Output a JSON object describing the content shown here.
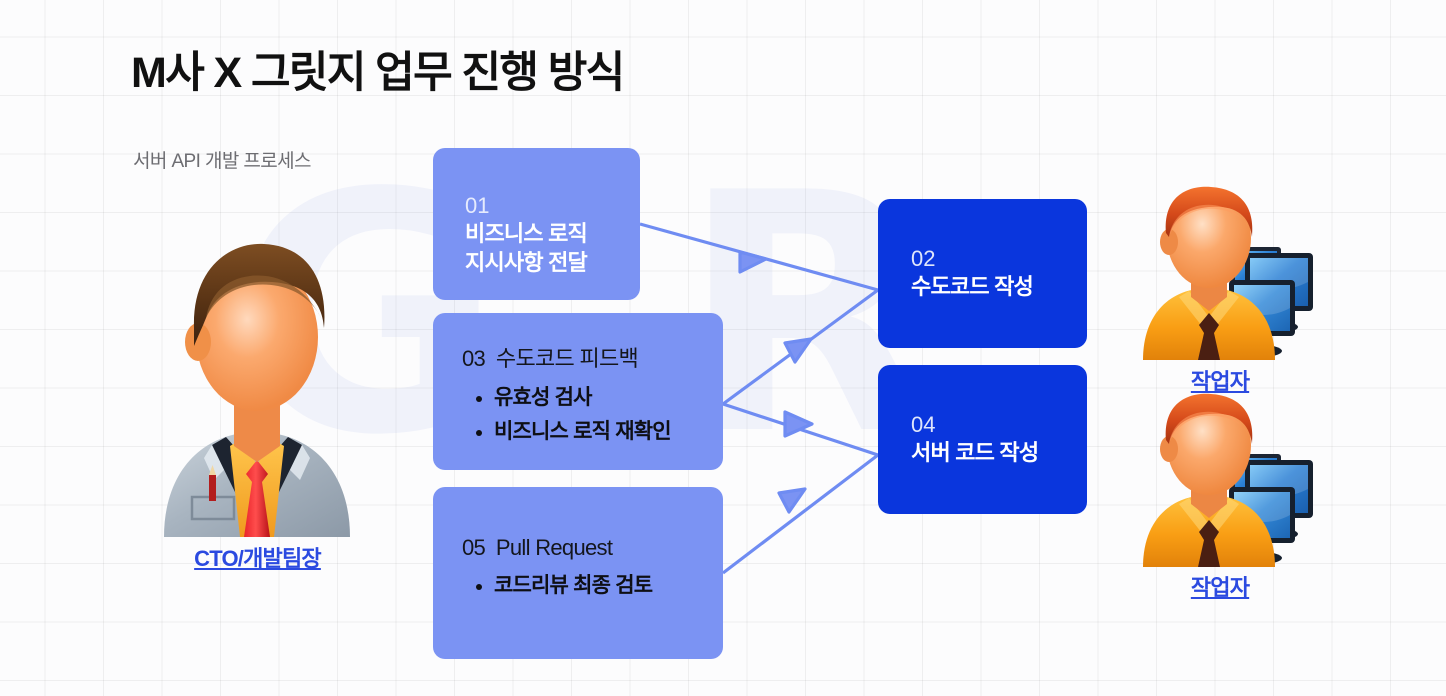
{
  "page": {
    "title": "M사 X 그릿지 업무 진행 방식",
    "subtitle": "서버 API 개발 프로세스"
  },
  "colors": {
    "box_light": "#7b93f3",
    "box_dark": "#0a36dd",
    "connector": "#6f8cf2",
    "link_text": "#2b4ae0",
    "background": "#fcfcfd",
    "grid_line": "#ededf2",
    "title_text": "#111111",
    "subtitle_text": "#6d6d72"
  },
  "watermark": {
    "left_glyph": "G",
    "right_glyph": "R"
  },
  "boxes": {
    "b01": {
      "number": "01",
      "lines": [
        "비즈니스 로직",
        "지시사항 전달"
      ],
      "style": "light"
    },
    "b02": {
      "number": "02",
      "title": "수도코드 작성",
      "style": "dark"
    },
    "b03": {
      "number": "03",
      "heading": "수도코드 피드백",
      "bullets": [
        "유효성 검사",
        "비즈니스 로직 재확인"
      ],
      "style": "light"
    },
    "b04": {
      "number": "04",
      "title": "서버 코드 작성",
      "style": "dark"
    },
    "b05": {
      "number": "05",
      "heading": "Pull Request",
      "bullets": [
        "코드리뷰 최종 검토"
      ],
      "style": "light"
    }
  },
  "people": {
    "cto": {
      "label": "CTO/개발팀장",
      "role_icon": "businessman-avatar-icon"
    },
    "worker_top": {
      "label": "작업자",
      "role_icon": "developer-avatar-icon"
    },
    "worker_bottom": {
      "label": "작업자",
      "role_icon": "developer-avatar-icon"
    }
  },
  "connectors": [
    {
      "from": "b01",
      "to": "b02",
      "arrow": "mid-arrowhead"
    },
    {
      "from": "b03",
      "to": "b02",
      "arrow": "mid-arrowhead"
    },
    {
      "from": "b03",
      "to": "b04",
      "arrow": "mid-arrowhead"
    },
    {
      "from": "b05",
      "to": "b04",
      "arrow": "mid-arrowhead"
    }
  ]
}
